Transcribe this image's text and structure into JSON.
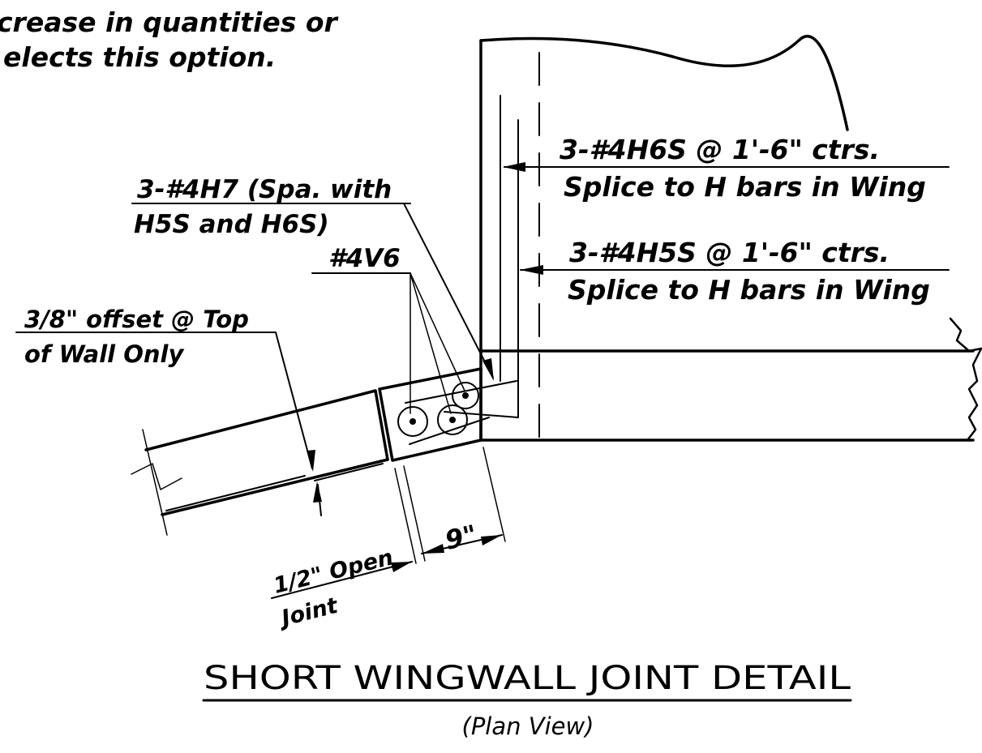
{
  "notes": {
    "partial_line_1": "crease in quantities or",
    "partial_line_2": "elects this option."
  },
  "callouts": {
    "h6s_line_1": "3-#4H6S @ 1'-6\" ctrs.",
    "h6s_line_2": "Splice to H  bars in Wing",
    "h5s_line_1": "3-#4H5S @ 1'-6\" ctrs.",
    "h5s_line_2": "Splice to H  bars in Wing",
    "h7_line_1": "3-#4H7 (Spa. with",
    "h7_line_2": "H5S and H6S)",
    "v6": "#4V6",
    "offset_line_1": "3/8\" offset @ Top",
    "offset_line_2": "of Wall Only"
  },
  "dimensions": {
    "joint_width": "9\"",
    "open_joint_line_1": "1/2\" Open",
    "open_joint_line_2": "Joint"
  },
  "title": {
    "main": "SHORT WINGWALL JOINT DETAIL",
    "sub": "(Plan View)"
  }
}
